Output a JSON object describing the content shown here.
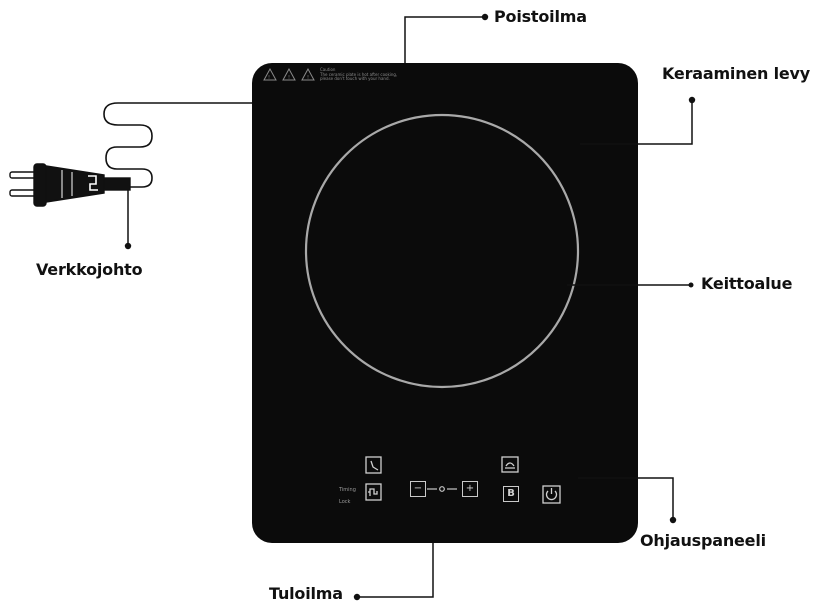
{
  "labels": {
    "exhaust": "Poistoilma",
    "ceramic_plate": "Keraaminen levy",
    "power_cord": "Verkkojohto",
    "cooking_zone": "Keittoalue",
    "control_panel": "Ohjauspaneeli",
    "intake": "Tuloilma"
  },
  "warning_text": [
    "Caution",
    "The ceramic plate is hot after cooking,",
    "please don't touch with your hand."
  ],
  "panel": {
    "timer_icon": "clock-icon",
    "minus": "−",
    "plus": "+",
    "level": "0",
    "boost": "B",
    "power_icon": "power-icon",
    "keep_warm_icon": "keep-warm-icon",
    "lock_icon": "child-lock-icon",
    "small_label_1": "Timing",
    "small_label_2": "Lock"
  },
  "colors": {
    "cooktop": "#0b0b0b",
    "ring": "#a9a9a9",
    "leader_line": "#111111",
    "text": "#111111"
  }
}
